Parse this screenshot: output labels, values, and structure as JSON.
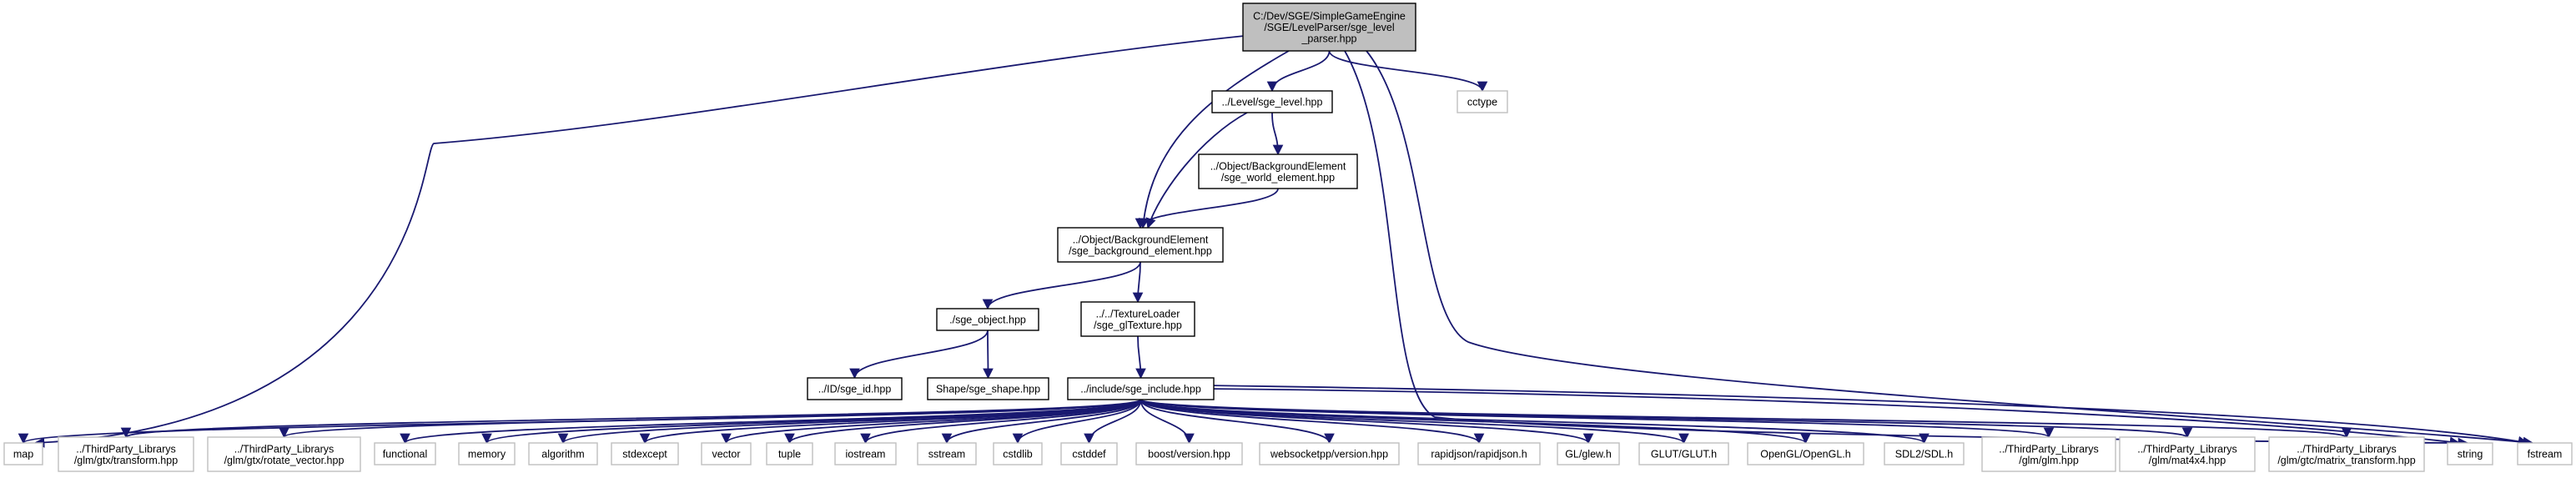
{
  "diagram": {
    "root": "sge_level_parser",
    "colors": {
      "edge": "#191970",
      "root_fill": "#bfbfbf",
      "internal_border": "#000000",
      "external_border": "#bfbfbf"
    },
    "nodes": [
      {
        "id": "sge_level_parser",
        "kind": "root",
        "lines": [
          "C:/Dev/SGE/SimpleGameEngine",
          "/SGE/LevelParser/sge_level",
          "_parser.hpp"
        ]
      },
      {
        "id": "sge_level",
        "kind": "internal",
        "lines": [
          "../Level/sge_level.hpp"
        ]
      },
      {
        "id": "cctype",
        "kind": "external",
        "lines": [
          "cctype"
        ]
      },
      {
        "id": "sge_world_element",
        "kind": "internal",
        "lines": [
          "../Object/BackgroundElement",
          "/sge_world_element.hpp"
        ]
      },
      {
        "id": "sge_background_element",
        "kind": "internal",
        "lines": [
          "../Object/BackgroundElement",
          "/sge_background_element.hpp"
        ]
      },
      {
        "id": "sge_object",
        "kind": "internal",
        "lines": [
          "./sge_object.hpp"
        ]
      },
      {
        "id": "sge_glTexture",
        "kind": "internal",
        "lines": [
          "../../TextureLoader",
          "/sge_glTexture.hpp"
        ]
      },
      {
        "id": "sge_id",
        "kind": "internal",
        "lines": [
          "../ID/sge_id.hpp"
        ]
      },
      {
        "id": "sge_shape",
        "kind": "internal",
        "lines": [
          "Shape/sge_shape.hpp"
        ]
      },
      {
        "id": "sge_include",
        "kind": "internal",
        "lines": [
          "../include/sge_include.hpp"
        ]
      },
      {
        "id": "map",
        "kind": "external",
        "lines": [
          "map"
        ]
      },
      {
        "id": "gtx_transform",
        "kind": "external",
        "lines": [
          "../ThirdParty_Librarys",
          "/glm/gtx/transform.hpp"
        ]
      },
      {
        "id": "gtx_rotate_vector",
        "kind": "external",
        "lines": [
          "../ThirdParty_Librarys",
          "/glm/gtx/rotate_vector.hpp"
        ]
      },
      {
        "id": "functional",
        "kind": "external",
        "lines": [
          "functional"
        ]
      },
      {
        "id": "memory",
        "kind": "external",
        "lines": [
          "memory"
        ]
      },
      {
        "id": "algorithm",
        "kind": "external",
        "lines": [
          "algorithm"
        ]
      },
      {
        "id": "stdexcept",
        "kind": "external",
        "lines": [
          "stdexcept"
        ]
      },
      {
        "id": "vector",
        "kind": "external",
        "lines": [
          "vector"
        ]
      },
      {
        "id": "tuple",
        "kind": "external",
        "lines": [
          "tuple"
        ]
      },
      {
        "id": "iostream",
        "kind": "external",
        "lines": [
          "iostream"
        ]
      },
      {
        "id": "sstream",
        "kind": "external",
        "lines": [
          "sstream"
        ]
      },
      {
        "id": "cstdlib",
        "kind": "external",
        "lines": [
          "cstdlib"
        ]
      },
      {
        "id": "cstddef",
        "kind": "external",
        "lines": [
          "cstddef"
        ]
      },
      {
        "id": "boost_version",
        "kind": "external",
        "lines": [
          "boost/version.hpp"
        ]
      },
      {
        "id": "websocketpp_version",
        "kind": "external",
        "lines": [
          "websocketpp/version.hpp"
        ]
      },
      {
        "id": "rapidjson",
        "kind": "external",
        "lines": [
          "rapidjson/rapidjson.h"
        ]
      },
      {
        "id": "gl_glew",
        "kind": "external",
        "lines": [
          "GL/glew.h"
        ]
      },
      {
        "id": "glut",
        "kind": "external",
        "lines": [
          "GLUT/GLUT.h"
        ]
      },
      {
        "id": "opengl",
        "kind": "external",
        "lines": [
          "OpenGL/OpenGL.h"
        ]
      },
      {
        "id": "sdl2",
        "kind": "external",
        "lines": [
          "SDL2/SDL.h"
        ]
      },
      {
        "id": "glm_glm",
        "kind": "external",
        "lines": [
          "../ThirdParty_Librarys",
          "/glm/glm.hpp"
        ]
      },
      {
        "id": "glm_mat4x4",
        "kind": "external",
        "lines": [
          "../ThirdParty_Librarys",
          "/glm/mat4x4.hpp"
        ]
      },
      {
        "id": "gtc_matrix_transform",
        "kind": "external",
        "lines": [
          "../ThirdParty_Librarys",
          "/glm/gtc/matrix_transform.hpp"
        ]
      },
      {
        "id": "string",
        "kind": "external",
        "lines": [
          "string"
        ]
      },
      {
        "id": "fstream",
        "kind": "external",
        "lines": [
          "fstream"
        ]
      }
    ],
    "edges": [
      [
        "sge_level_parser",
        "sge_level"
      ],
      [
        "sge_level_parser",
        "cctype"
      ],
      [
        "sge_level_parser",
        "sge_background_element"
      ],
      [
        "sge_level_parser",
        "map"
      ],
      [
        "sge_level_parser",
        "string"
      ],
      [
        "sge_level_parser",
        "fstream"
      ],
      [
        "sge_level",
        "sge_world_element"
      ],
      [
        "sge_level",
        "sge_background_element"
      ],
      [
        "sge_world_element",
        "sge_background_element"
      ],
      [
        "sge_background_element",
        "sge_object"
      ],
      [
        "sge_background_element",
        "sge_glTexture"
      ],
      [
        "sge_object",
        "sge_id"
      ],
      [
        "sge_object",
        "sge_shape"
      ],
      [
        "sge_glTexture",
        "sge_include"
      ],
      [
        "sge_include",
        "map"
      ],
      [
        "sge_include",
        "gtx_transform"
      ],
      [
        "sge_include",
        "gtx_rotate_vector"
      ],
      [
        "sge_include",
        "functional"
      ],
      [
        "sge_include",
        "memory"
      ],
      [
        "sge_include",
        "algorithm"
      ],
      [
        "sge_include",
        "stdexcept"
      ],
      [
        "sge_include",
        "vector"
      ],
      [
        "sge_include",
        "tuple"
      ],
      [
        "sge_include",
        "iostream"
      ],
      [
        "sge_include",
        "sstream"
      ],
      [
        "sge_include",
        "cstdlib"
      ],
      [
        "sge_include",
        "cstddef"
      ],
      [
        "sge_include",
        "boost_version"
      ],
      [
        "sge_include",
        "websocketpp_version"
      ],
      [
        "sge_include",
        "rapidjson"
      ],
      [
        "sge_include",
        "gl_glew"
      ],
      [
        "sge_include",
        "glut"
      ],
      [
        "sge_include",
        "opengl"
      ],
      [
        "sge_include",
        "sdl2"
      ],
      [
        "sge_include",
        "glm_glm"
      ],
      [
        "sge_include",
        "glm_mat4x4"
      ],
      [
        "sge_include",
        "gtc_matrix_transform"
      ],
      [
        "sge_include",
        "string"
      ],
      [
        "sge_include",
        "fstream"
      ]
    ]
  }
}
